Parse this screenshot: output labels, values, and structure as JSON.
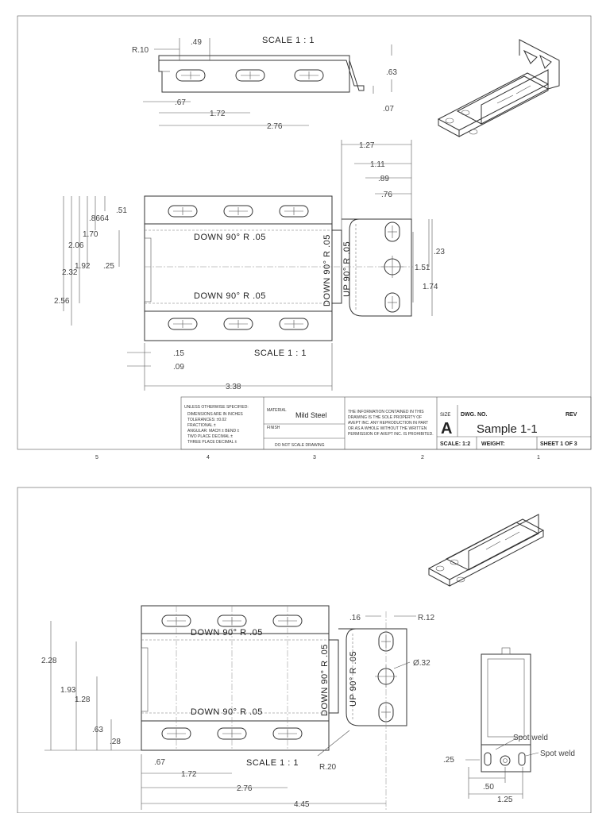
{
  "sheet1": {
    "scale_top": "SCALE 1 : 1",
    "scale_front": "SCALE 1 : 1",
    "dims_top": {
      "r": "R.10",
      "d49": ".49",
      "d63": ".63",
      "d07": ".07",
      "d67": ".67",
      "d172": "1.72",
      "d276": "2.76"
    },
    "dims_front": {
      "d127": "1.27",
      "d111": "1.11",
      "d89": ".89",
      "d76": ".76",
      "d51": ".51",
      "d8664": ".8664",
      "d170": "1.70",
      "d206": "2.06",
      "d25": ".25",
      "d192": "1.92",
      "d232": "2.32",
      "d256": "2.56",
      "d23": ".23",
      "d151": "1.51",
      "d174": "1.74",
      "d15": ".15",
      "d09": ".09",
      "d338": "3.38"
    },
    "bend_notes": {
      "down_top": "DOWN 90° R .05",
      "down_bottom": "DOWN 90° R .05",
      "down_vertical": "DOWN 90° R .05",
      "up_vertical": "UP 90° R .05"
    },
    "title_block": {
      "unless": "UNLESS OTHERWISE SPECIFIED:",
      "dims_in": "DIMENSIONS ARE IN INCHES",
      "tolerances": "TOLERANCES: ±0.02",
      "fractional": "FRACTIONAL ±",
      "angular": "ANGULAR: MACH ±   BEND ±",
      "two_place": "TWO PLACE DECIMAL  ±",
      "three_place": "THREE PLACE DECIMAL  ±",
      "material_label": "MATERIAL",
      "material": "Mild Steel",
      "finish_label": "FINISH",
      "do_not_scale": "DO NOT SCALE DRAWING",
      "prop1": "THE INFORMATION CONTAINED IN THIS",
      "prop2": "DRAWING IS THE SOLE PROPERTY OF",
      "prop3": "AVEPT INC. ANY REPRODUCTION IN PART",
      "prop4": "OR AS A WHOLE WITHOUT THE WRITTEN",
      "prop5": "PERMISSION OF AVEPT INC. IS PROHIBITED.",
      "size_label": "SIZE",
      "size": "A",
      "dwg_label": "DWG.  NO.",
      "dwg_no": "Sample 1-1",
      "rev_label": "REV",
      "scale": "SCALE: 1:2",
      "weight": "WEIGHT:",
      "sheet": "SHEET 1 OF 3"
    },
    "zones": [
      "5",
      "4",
      "3",
      "2",
      "1"
    ]
  },
  "sheet2": {
    "scale": "SCALE 1 : 1",
    "dims": {
      "d16": ".16",
      "r12": "R.12",
      "dia32": "Ø.32",
      "d228": "2.28",
      "d193": "1.93",
      "d128": "1.28",
      "d63": ".63",
      "d28": ".28",
      "d67": ".67",
      "d172": "1.72",
      "d276": "2.76",
      "d445": "4.45",
      "r20": "R.20",
      "d25": ".25",
      "d50": ".50",
      "d125": "1.25"
    },
    "bend_notes": {
      "down_top": "DOWN 90° R .05",
      "down_bottom": "DOWN 90° R .05",
      "down_vertical": "DOWN 90° R .05",
      "up_vertical": "UP 90° R .05"
    },
    "spot_weld_1": "Spot weld",
    "spot_weld_2": "Spot weld"
  }
}
